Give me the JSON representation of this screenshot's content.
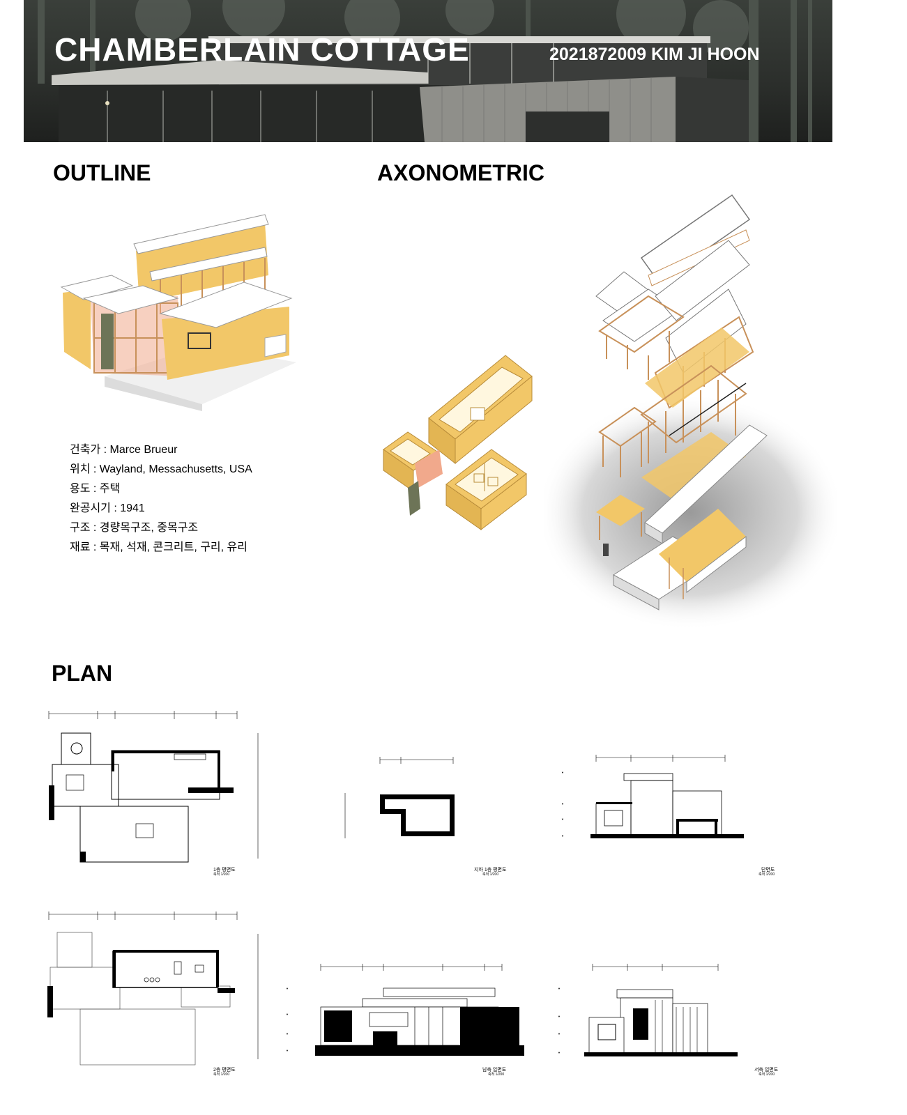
{
  "header": {
    "title": "CHAMBERLAIN COTTAGE",
    "author": "2021872009 KIM JI HOON"
  },
  "sections": {
    "outline": "OUTLINE",
    "axonometric": "AXONOMETRIC",
    "plan": "PLAN"
  },
  "outline_info": [
    "건축가 : Marce Brueur",
    "위치 : Wayland, Messachusetts, USA",
    "용도 : 주택",
    "완공시기 : 1941",
    "구조 : 경량목구조, 중목구조",
    "재료 : 목재, 석재, 콘크리트, 구리, 유리"
  ],
  "drawings": {
    "plan_1f": "1층 평면도",
    "plan_b1": "지하 1층 평면도",
    "section": "단면도",
    "plan_2f": "2층 평면도",
    "south_elev": "남측 입면도",
    "west_elev": "서측 입면도",
    "scale": "축척 1/200"
  },
  "colors": {
    "wall_yellow": "#f2c768",
    "timber": "#c8915a",
    "roof_white": "#ffffff",
    "panel_green": "#6d7457",
    "panel_pink": "#f1a98c"
  }
}
